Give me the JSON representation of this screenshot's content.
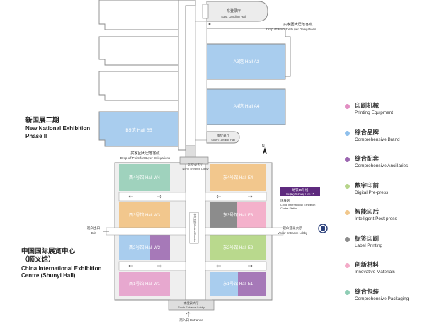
{
  "titles": {
    "new_zh": "新国展二期",
    "new_en_1": "New National Exhibition",
    "new_en_2": "Phase II",
    "cie_zh_1": "中国国际展览中心",
    "cie_zh_2": "（顺义馆）",
    "cie_en_1": "China International Exhibition",
    "cie_en_2": "Centre (Shunyi Hall)"
  },
  "halls": {
    "a3": "A3馆 Hall A3",
    "a4": "A4馆 Hall A4",
    "b5": "B5馆 Hall B5",
    "w4": "西4号馆 Hall W4",
    "w3": "西3号馆 Hall W3",
    "w2": "西2号馆 Hall W2",
    "w1": "西1号馆 Hall W1",
    "e4": "东4号馆 Hall E4",
    "e3": "东3号馆 Hall E3",
    "e2": "东2号馆 Hall E2",
    "e1": "东1号馆 Hall E1"
  },
  "places": {
    "east_landing_zh": "东登录厅",
    "east_landing_en": "East Landing Hall",
    "south_landing_zh": "南登录厅",
    "south_landing_en": "South Landing Hall",
    "dropoff_top_zh": "买家团大巴落客点",
    "dropoff_top_en": "Drop off Point for Buyer Delegations",
    "dropoff_mid_zh": "买家团大巴落客点",
    "dropoff_mid_en": "Drop off Point for Buyer Delegations",
    "north_lobby_zh": "北登录大厅",
    "north_lobby_en": "North Entrance Lobby",
    "south_lobby_zh": "南登录大厅",
    "south_lobby_en": "South Entrance Lobby",
    "south_entrance": "南入口 Entrance",
    "exit_zh": "观众出口",
    "exit_en": "Exit",
    "visitor_entrance_zh": "观众登录大厅",
    "visitor_entrance_en": "Visitor Entrance Lobby",
    "central_corridor": "中央走廊 Central Corridor",
    "subway_zh": "地铁15号线",
    "subway_en": "Beijing Subway Line 15",
    "station_zh": "国展站",
    "station_en_1": "China International Exhibition",
    "station_en_2": "Centre Station",
    "north_letter": "N"
  },
  "legend": [
    {
      "zh": "印刷机械",
      "en": "Printing Equipment",
      "color": "#e28fc3"
    },
    {
      "zh": "综合品牌",
      "en": "Comprehensive Brand",
      "color": "#8fc0ec"
    },
    {
      "zh": "综合配套",
      "en": "Comprehensive Ancillaries",
      "color": "#9b66b0"
    },
    {
      "zh": "数字印前",
      "en": "Digital Pre-press",
      "color": "#b7d58b"
    },
    {
      "zh": "智能印后",
      "en": "Intelligent Post-press",
      "color": "#f1c88d"
    },
    {
      "zh": "标签印刷",
      "en": "Label Printing",
      "color": "#8c8c8c"
    },
    {
      "zh": "创新材料",
      "en": "Innovative Materials",
      "color": "#f3abc8"
    },
    {
      "zh": "综合包装",
      "en": "Comprehensive Packaging",
      "color": "#8fcdb5"
    }
  ]
}
